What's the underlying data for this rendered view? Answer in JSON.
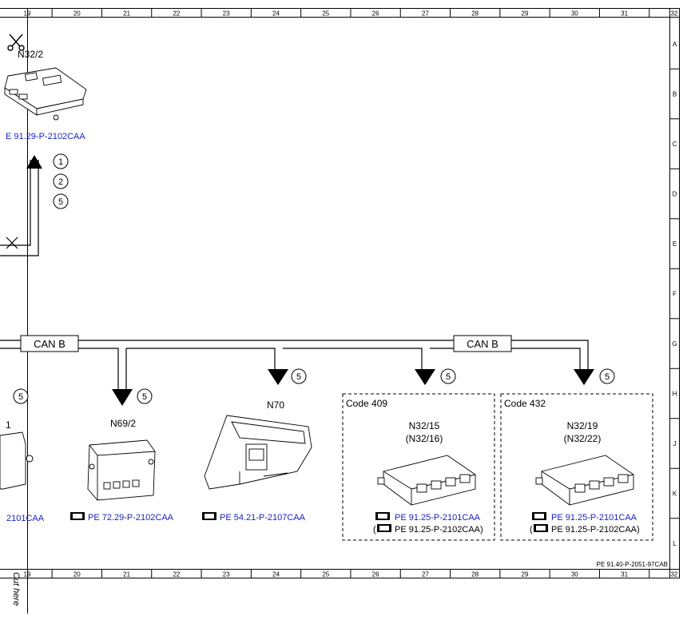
{
  "border": {
    "columns": [
      "19",
      "20",
      "21",
      "22",
      "23",
      "24",
      "25",
      "26",
      "27",
      "28",
      "29",
      "30",
      "31",
      "32"
    ],
    "rows": [
      "A",
      "B",
      "C",
      "D",
      "E",
      "F",
      "G",
      "H",
      "J",
      "K",
      "L"
    ],
    "doc_id": "PE 91.40-P-2051-97CAB",
    "cut_label": "Cut here"
  },
  "bus": {
    "label_left": "CAN B",
    "label_right": "CAN B"
  },
  "components": {
    "n32_2": {
      "name": "N32/2",
      "ref": "E 91.29-P-2102CAA",
      "circles": [
        "1",
        "2",
        "5"
      ]
    },
    "left_partial": {
      "name": "1",
      "ref": "2101CAA",
      "circle": "5"
    },
    "n69_2": {
      "name": "N69/2",
      "ref": "PE 72.29-P-2102CAA",
      "circle": "5"
    },
    "n70": {
      "name": "N70",
      "ref": "PE 54.21-P-2107CAA",
      "circle": "5"
    },
    "n32_15": {
      "code": "Code 409",
      "name": "N32/15",
      "alt_name": "(N32/16)",
      "ref": "PE 91.25-P-2101CAA",
      "ref_alt": "PE 91.25-P-2102CAA)",
      "circle": "5"
    },
    "n32_19": {
      "code": "Code 432",
      "name": "N32/19",
      "alt_name": "(N32/22)",
      "ref": "PE 91.25-P-2101CAA",
      "ref_alt": "PE 91.25-P-2102CAA)",
      "circle": "5"
    }
  },
  "icons": {
    "scissors": "scissors-icon",
    "pointer": "pointing-hand-icon"
  },
  "colors": {
    "reference_text": "#1a22c8",
    "line": "#000000"
  }
}
